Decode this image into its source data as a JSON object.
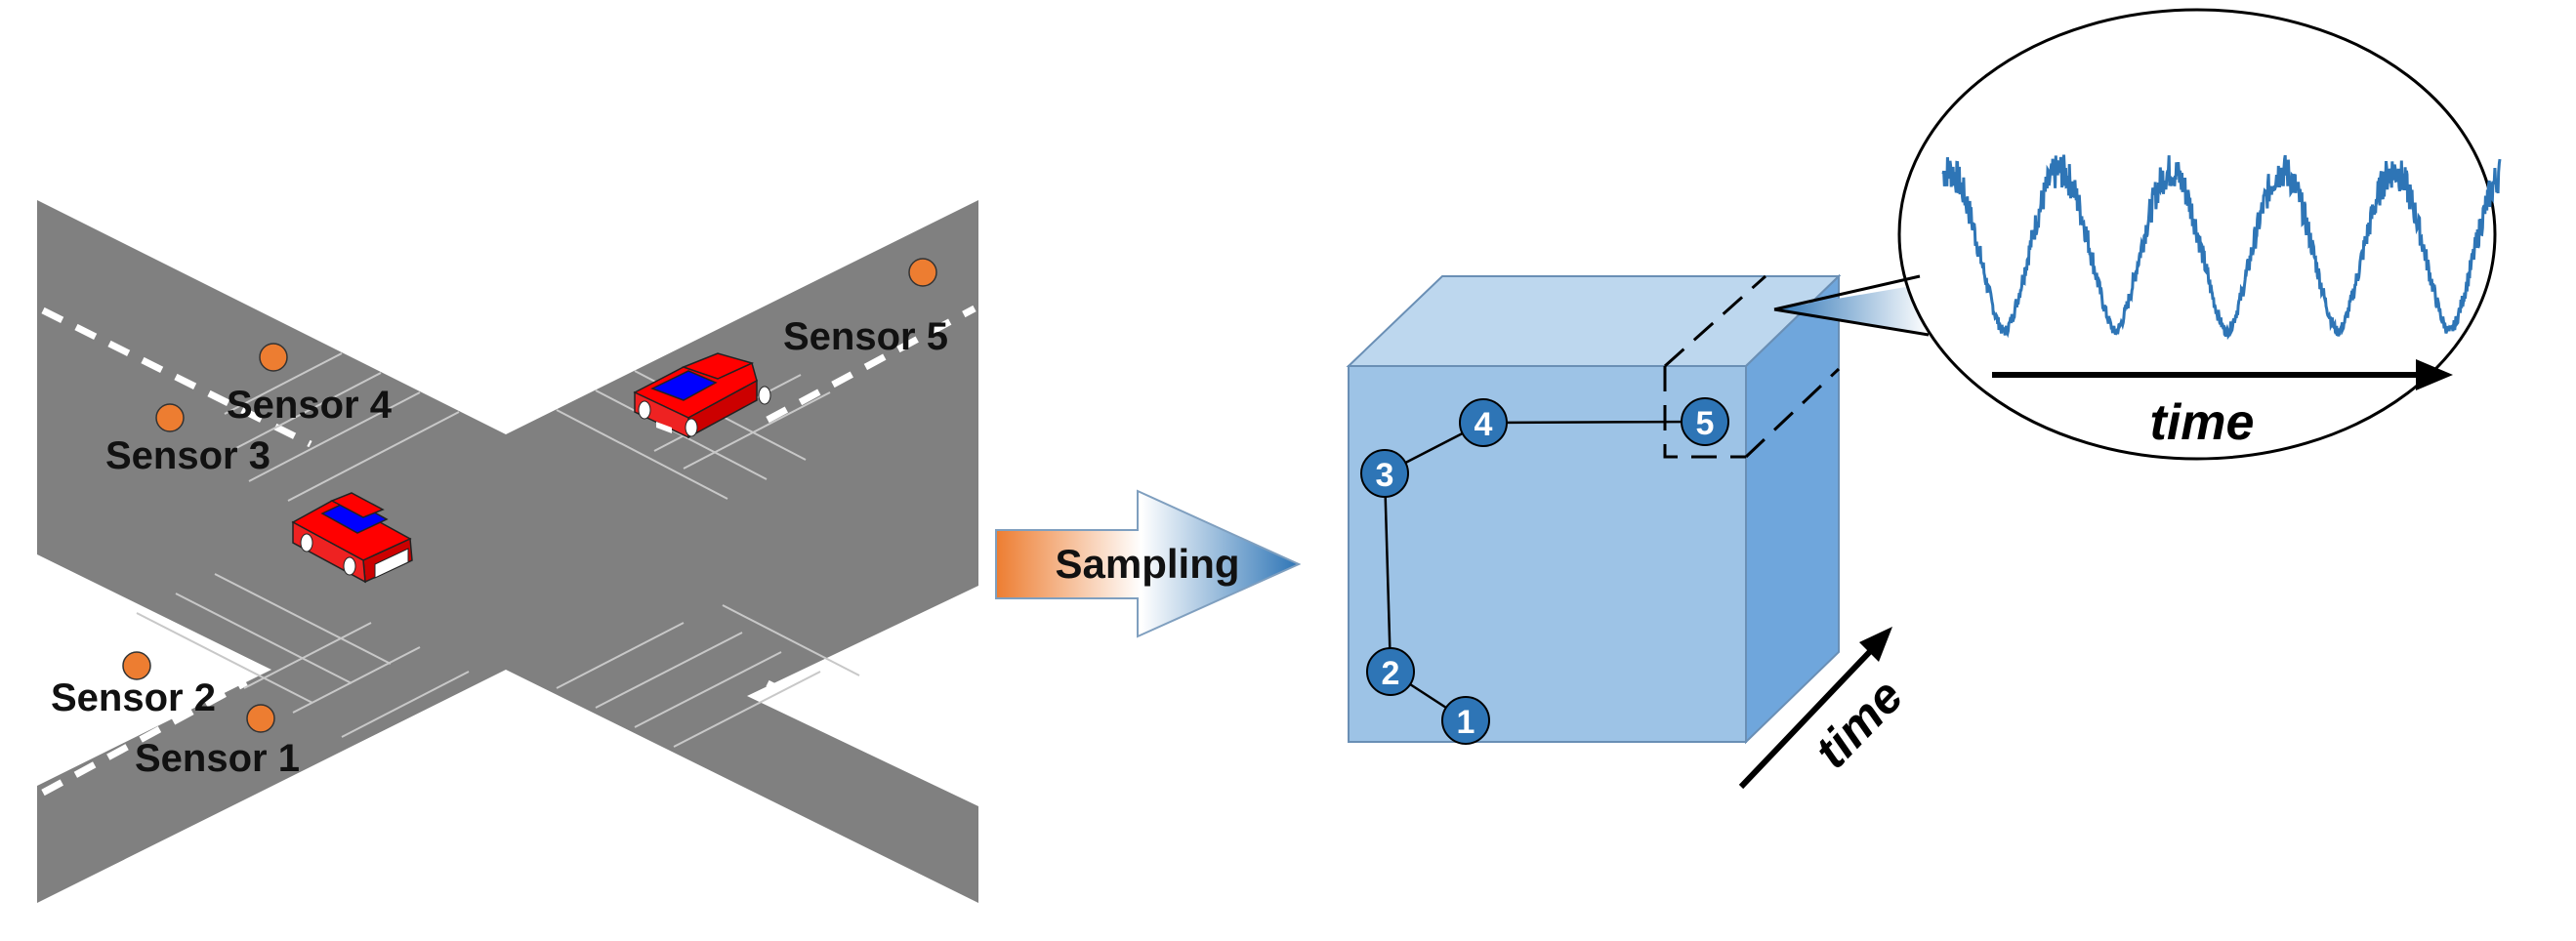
{
  "sensors": [
    {
      "id": "sensor-1",
      "label": "Sensor 1"
    },
    {
      "id": "sensor-2",
      "label": "Sensor 2"
    },
    {
      "id": "sensor-3",
      "label": "Sensor 3"
    },
    {
      "id": "sensor-4",
      "label": "Sensor 4"
    },
    {
      "id": "sensor-5",
      "label": "Sensor 5"
    }
  ],
  "arrow_label": "Sampling",
  "graph_nodes": [
    "1",
    "2",
    "3",
    "4",
    "5"
  ],
  "cube_axis_label": "time",
  "zoom_axis_label": "time",
  "colors": {
    "road": "#808080",
    "sensor": "#ED7D31",
    "car_body": "#FF0000",
    "car_glass": "#0000FF",
    "cube_front": "#9DC3E6",
    "cube_top": "#BDD7EE",
    "cube_side": "#6FA6DC",
    "node_fill": "#2E75B6",
    "signal": "#2E75B6"
  }
}
